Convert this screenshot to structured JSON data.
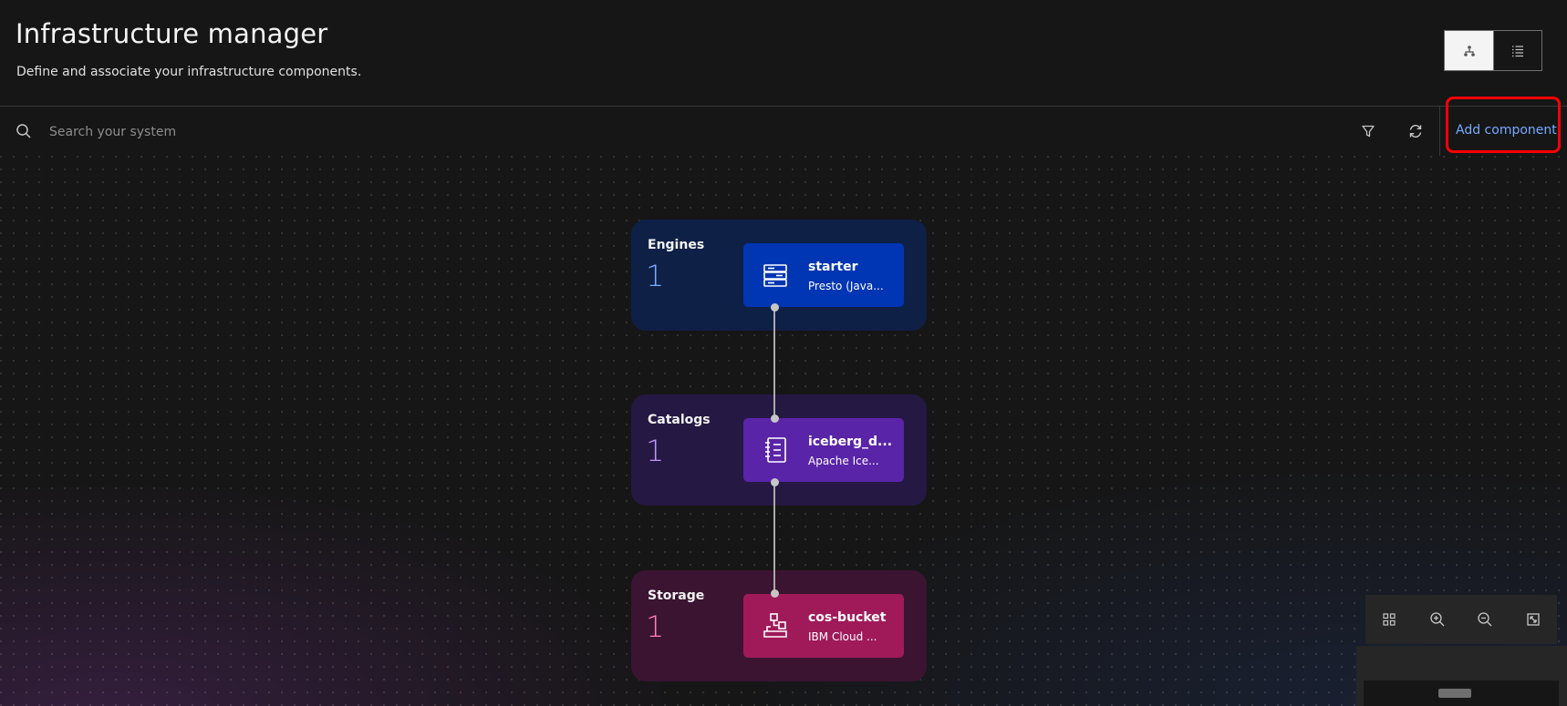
{
  "header": {
    "title": "Infrastructure manager",
    "subtitle": "Define and associate your infrastructure components.",
    "view_toggle": {
      "active": "topology-view",
      "options": [
        "topology-icon",
        "list-icon"
      ]
    }
  },
  "toolbar": {
    "search_placeholder": "Search your system",
    "filter_icon": "filter-icon",
    "refresh_icon": "refresh-icon",
    "add_component_label": "Add component"
  },
  "groups": [
    {
      "label": "Engines",
      "count": "1",
      "node": {
        "name": "starter",
        "subtitle": "Presto (Java...",
        "icon": "engine-icon"
      }
    },
    {
      "label": "Catalogs",
      "count": "1",
      "node": {
        "name": "iceberg_d...",
        "subtitle": "Apache Ice...",
        "icon": "catalog-icon"
      }
    },
    {
      "label": "Storage",
      "count": "1",
      "node": {
        "name": "cos-bucket",
        "subtitle": "IBM Cloud ...",
        "icon": "storage-icon"
      }
    }
  ],
  "zoom_controls": [
    "fit-view-icon",
    "zoom-in-icon",
    "zoom-out-icon",
    "fullscreen-icon"
  ],
  "colors": {
    "background": "#161616",
    "accent_link": "#78a9ff",
    "engine_node": "#0035b3",
    "catalog_node": "#5a24a8",
    "storage_node": "#a01a5a",
    "highlight": "#ff0000"
  }
}
